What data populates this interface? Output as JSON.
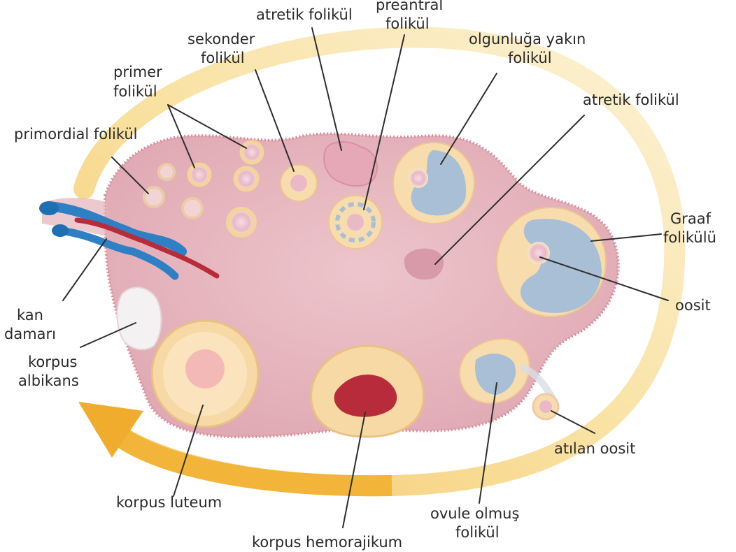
{
  "labels": {
    "primordial": "primordial folikül",
    "primer_1": "primer",
    "primer_2": "folikül",
    "sekonder_1": "sekonder",
    "sekonder_2": "folikül",
    "atretik_top": "atretik folikül",
    "preantral_1": "preantral",
    "preantral_2": "folikül",
    "olgun_1": "olgunluğa yakın",
    "olgun_2": "folikül",
    "atretik_right": "atretik folikül",
    "graaf_1": "Graaf",
    "graaf_2": "folikülü",
    "oosit": "oosit",
    "atilan": "atılan oosit",
    "ovule_1": "ovule olmuş",
    "ovule_2": "folikül",
    "hemorajikum": "korpus hemorajikum",
    "luteum": "korpus luteum",
    "albikans_1": "korpus",
    "albikans_2": "albikans",
    "kan_1": "kan",
    "kan_2": "damarı"
  },
  "colors": {
    "cycle_arrow": "#f2b53a",
    "cycle_light": "#f8e6b4",
    "ovary": "#e7b7bf",
    "ovary_edge": "#d6929f",
    "antrum": "#a9bfd6",
    "granulosa": "#f7dcae",
    "blood_red": "#b82b3a",
    "vein_blue": "#2e7fc4"
  }
}
